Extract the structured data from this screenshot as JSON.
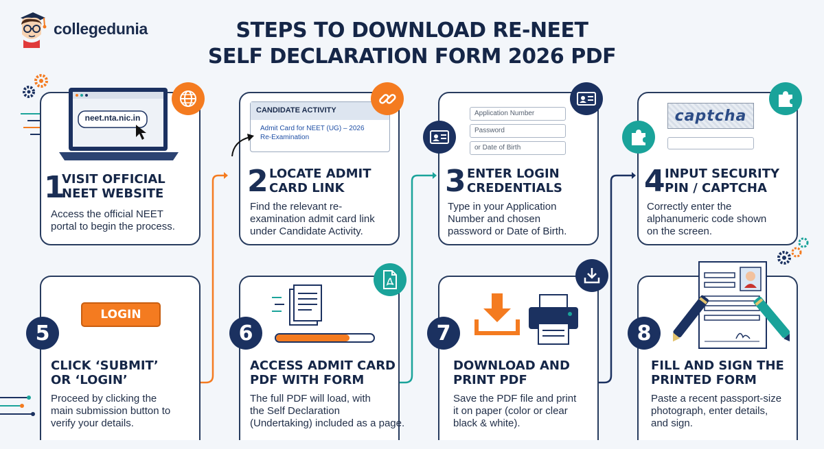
{
  "brand": {
    "name": "collegedunia"
  },
  "title": {
    "line1": "STEPS TO DOWNLOAD RE-NEET",
    "line2": "SELF DECLARATION FORM 2026 PDF"
  },
  "steps": [
    {
      "num": "1",
      "title_l1": "VISIT OFFICIAL",
      "title_l2": "NEET WEBSITE",
      "desc_l1": "Access the official NEET",
      "desc_l2": "portal to begin the process.",
      "desc_l3": "",
      "illustration": {
        "url": "neet.nta.nic.in"
      },
      "icon": "globe-icon"
    },
    {
      "num": "2",
      "title_l1": "LOCATE ADMIT",
      "title_l2": "CARD LINK",
      "desc_l1": "Find the relevant re-",
      "desc_l2": "examination admit card link",
      "desc_l3": "under Candidate Activity.",
      "illustration": {
        "header": "CANDIDATE ACTIVITY",
        "link_l1": "Admit Card for NEET (UG) – 2026",
        "link_l2": "Re-Examination"
      },
      "icon": "link-icon"
    },
    {
      "num": "3",
      "title_l1": "ENTER LOGIN",
      "title_l2": "CREDENTIALS",
      "desc_l1": "Type in your Application",
      "desc_l2": "Number and chosen",
      "desc_l3": "password or Date of Birth.",
      "illustration": {
        "field1": "Application Number",
        "field2": "Password",
        "field3": "or Date of Birth"
      },
      "icon": "id-card-icon"
    },
    {
      "num": "4",
      "title_l1": "INPUT SECURITY",
      "title_l2": "PIN / CAPTCHA",
      "desc_l1": "Correctly enter the",
      "desc_l2": "alphanumeric code shown",
      "desc_l3": "on the screen.",
      "illustration": {
        "captcha": "captcha"
      },
      "icon": "puzzle-icon"
    },
    {
      "num": "5",
      "title_l1": "CLICK ‘SUBMIT’",
      "title_l2": "OR ‘LOGIN’",
      "desc_l1": "Proceed by clicking the",
      "desc_l2": "main submission button to",
      "desc_l3": "verify your details.",
      "illustration": {
        "button": "LOGIN"
      }
    },
    {
      "num": "6",
      "title_l1": "ACCESS ADMIT CARD",
      "title_l2": "PDF WITH FORM",
      "desc_l1": "The full PDF will load, with",
      "desc_l2": "the Self Declaration",
      "desc_l3": "(Undertaking) included as a page.",
      "illustration": {
        "progress": 0.75
      },
      "icon": "pdf-icon"
    },
    {
      "num": "7",
      "title_l1": "DOWNLOAD AND",
      "title_l2": "PRINT PDF",
      "desc_l1": "Save the PDF file and print",
      "desc_l2": "it on paper (color or clear",
      "desc_l3": "black & white).",
      "icon": "download-icon"
    },
    {
      "num": "8",
      "title_l1": "FILL AND SIGN THE",
      "title_l2": "PRINTED FORM",
      "desc_l1": "Paste a recent passport-size",
      "desc_l2": "photograph, enter details,",
      "desc_l3": "and sign."
    }
  ],
  "colors": {
    "navy": "#1b3160",
    "orange": "#f47b20",
    "teal": "#1aa39a",
    "border": "#273b5e"
  }
}
